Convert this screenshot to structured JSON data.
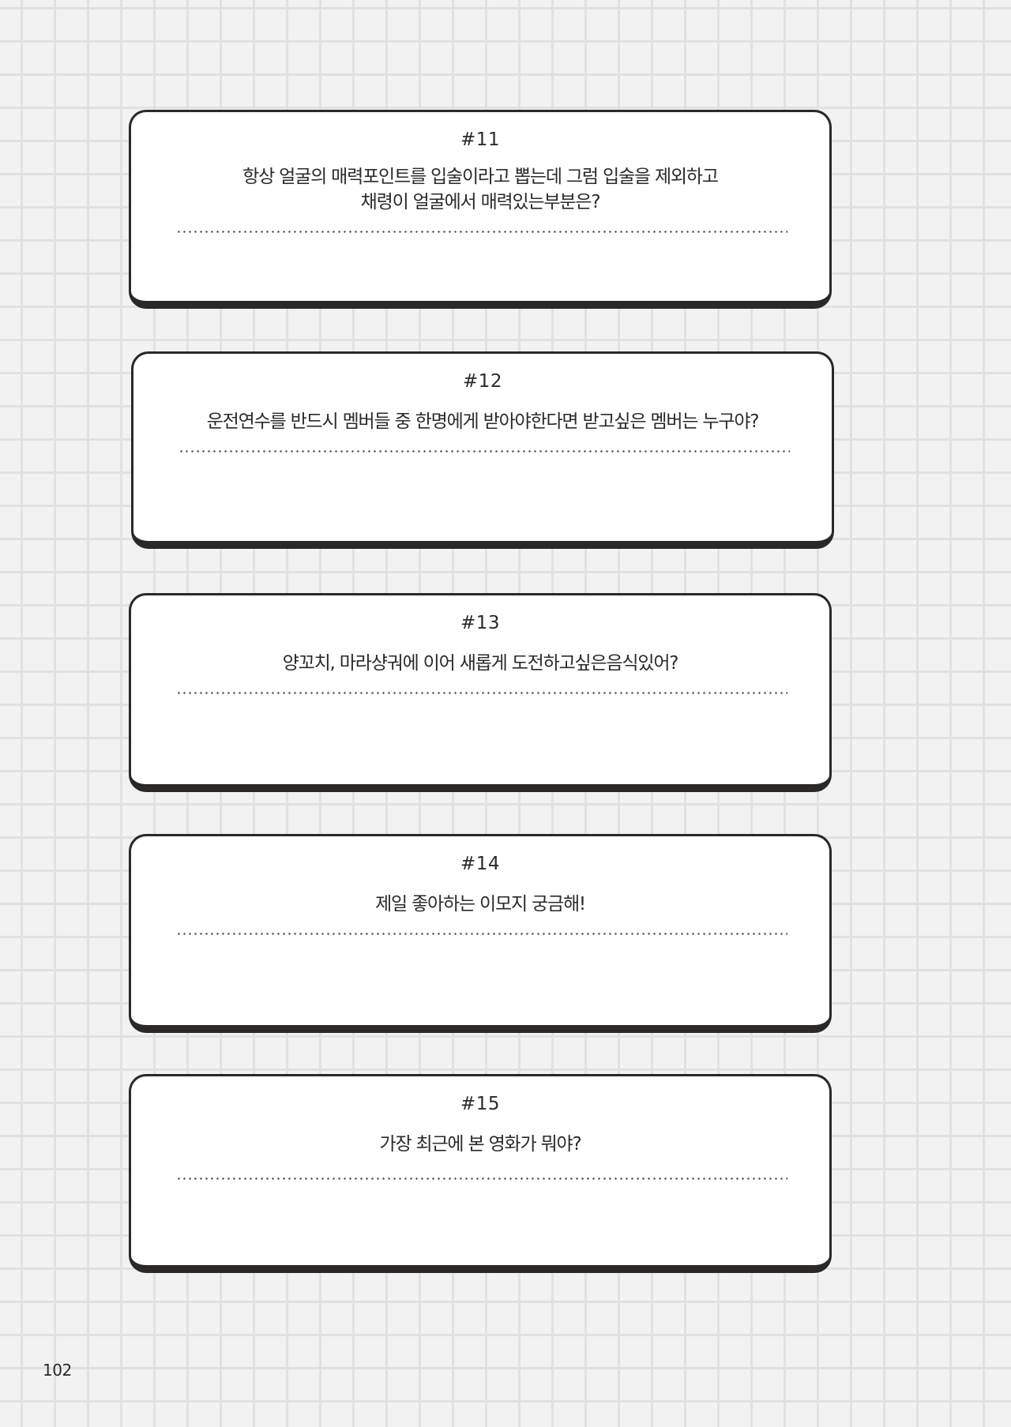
{
  "page": {
    "number": "102",
    "colors": {
      "background": "#f2f2f2",
      "grid_line": "#e1e1e1",
      "card_border": "#2b2828",
      "card_fill": "#ffffff",
      "dots": "#555a50"
    }
  },
  "questions": [
    {
      "number": "#11",
      "lines": [
        "항상 얼굴의 매력포인트를 입술이라고 뽑는데 그럼 입술을 제외하고",
        "채령이 얼굴에서 매력있는부분은?"
      ],
      "answer": ""
    },
    {
      "number": "#12",
      "lines": [
        "운전연수를 반드시 멤버들 중 한명에게 받아야한다면 받고싶은 멤버는 누구야?"
      ],
      "answer": ""
    },
    {
      "number": "#13",
      "lines": [
        "양꼬치, 마라샹궈에 이어 새롭게 도전하고싶은음식있어?"
      ],
      "answer": ""
    },
    {
      "number": "#14",
      "lines": [
        "제일 좋아하는 이모지 궁금해!"
      ],
      "answer": ""
    },
    {
      "number": "#15",
      "lines": [
        "가장 최근에 본 영화가 뭐야?"
      ],
      "answer": ""
    }
  ]
}
